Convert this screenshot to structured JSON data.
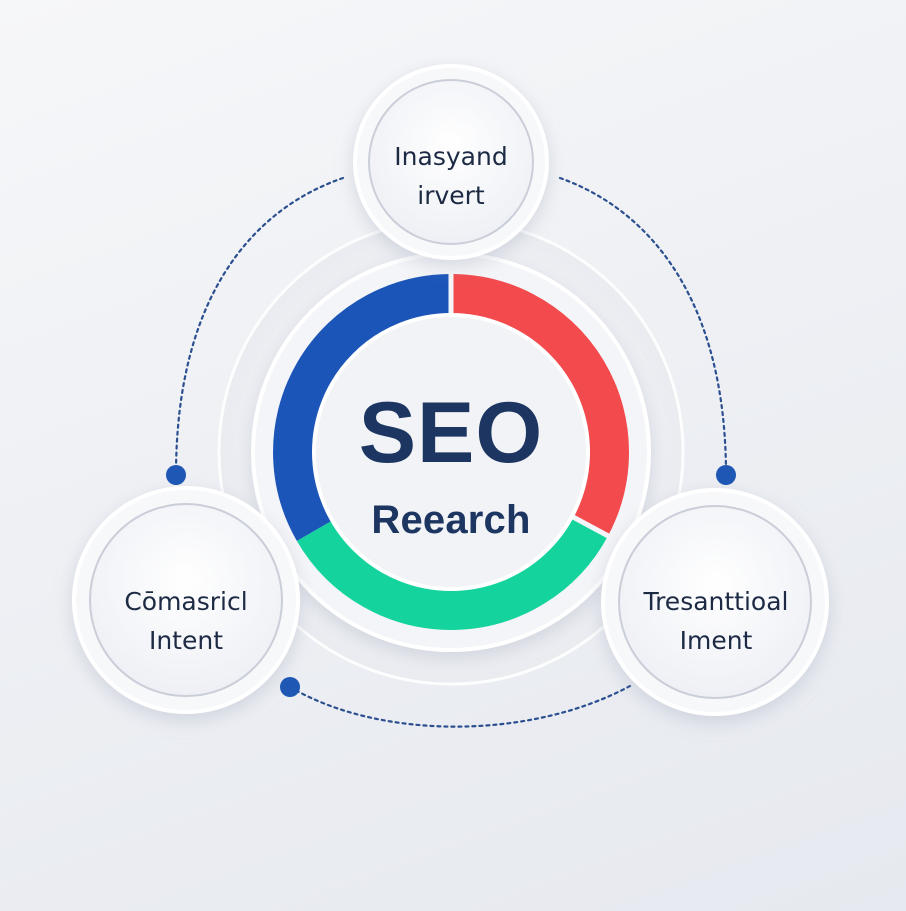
{
  "diagram": {
    "title": "SEO",
    "subtitle": "Reearch",
    "nodes": [
      {
        "id": "top",
        "line1": "Inasyand",
        "line2": "irvert"
      },
      {
        "id": "left",
        "line1": "Cōmasricl",
        "line2": "Intent"
      },
      {
        "id": "right",
        "line1": "Tresanttioal",
        "line2": "Iment"
      }
    ],
    "ring_segments": [
      {
        "name": "blue",
        "color": "#1c55b8",
        "span_deg": 120
      },
      {
        "name": "red",
        "color": "#f24a4d",
        "span_deg": 118
      },
      {
        "name": "green",
        "color": "#14d39c",
        "span_deg": 122
      }
    ],
    "connector_dot_color": "#1f57b5",
    "text_color": "#1c3561"
  }
}
